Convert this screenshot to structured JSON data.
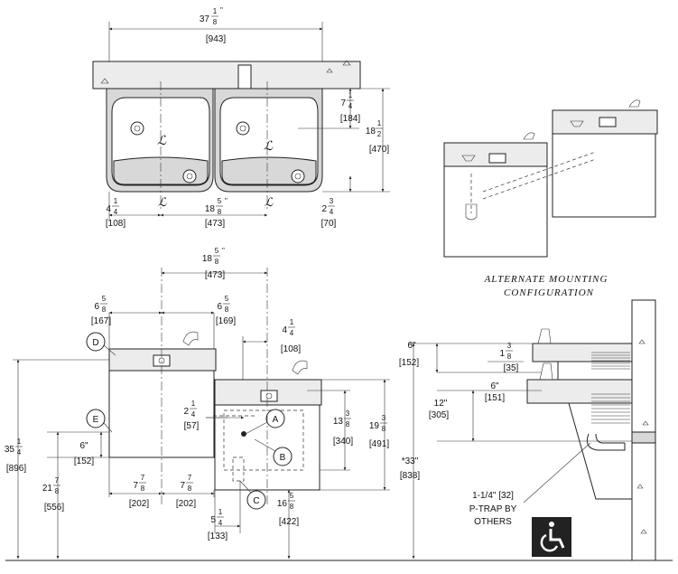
{
  "top_view": {
    "width": {
      "whole": "37",
      "frac_num": "1",
      "frac_den": "8",
      "mm": "[943]"
    },
    "side_depth": {
      "whole": "7",
      "frac_num": "1",
      "frac_den": "4",
      "mm": "[184]"
    },
    "depth": {
      "whole": "18",
      "frac_num": "1",
      "frac_den": "2",
      "mm": "[470]"
    },
    "left_offset": {
      "whole": "4",
      "frac_num": "1",
      "frac_den": "4",
      "mm": "[108]"
    },
    "center_spacing": {
      "whole": "18",
      "frac_num": "5",
      "frac_den": "8",
      "mm": "[473]"
    },
    "rear_offset": {
      "whole": "2",
      "frac_num": "3",
      "frac_den": "4",
      "mm": "[70]"
    }
  },
  "alternate": {
    "caption_line1": "ALTERNATE MOUNTING",
    "caption_line2": "CONFIGURATION"
  },
  "front_view": {
    "center_spacing": {
      "whole": "18",
      "frac_num": "5",
      "frac_den": "8",
      "mm": "[473]"
    },
    "left_half": {
      "whole": "6",
      "frac_num": "5",
      "frac_den": "8",
      "mm": "[167]"
    },
    "right_half": {
      "whole": "6",
      "frac_num": "5",
      "frac_den": "8",
      "mm": "[169]"
    },
    "bubbler_offset": {
      "whole": "4",
      "frac_num": "1",
      "frac_den": "4",
      "mm": "[108]"
    },
    "supply_offset": {
      "whole": "2",
      "frac_num": "1",
      "frac_den": "4",
      "mm": "[57]"
    },
    "box_height": {
      "whole": "13",
      "frac_num": "3",
      "frac_den": "8",
      "mm": "[340]"
    },
    "unit_height": {
      "whole": "19",
      "frac_num": "3",
      "frac_den": "8",
      "mm": "[491]"
    },
    "overall_height": {
      "whole": "35",
      "frac_num": "1",
      "frac_den": "4",
      "mm": "[896]"
    },
    "low_height": {
      "whole": "21",
      "frac_num": "7",
      "frac_den": "8",
      "mm": "[556]"
    },
    "six_inch": {
      "label": "6\"",
      "mm": "[152]"
    },
    "left_half_bottom": {
      "whole": "7",
      "frac_num": "7",
      "frac_den": "8",
      "mm": "[202]"
    },
    "right_half_bottom": {
      "whole": "7",
      "frac_num": "7",
      "frac_den": "8",
      "mm": "[202]"
    },
    "bottom_offset": {
      "whole": "5",
      "frac_num": "1",
      "frac_den": "4",
      "mm": "[133]"
    },
    "bottom_width": {
      "whole": "16",
      "frac_num": "5",
      "frac_den": "8",
      "mm": "[422]"
    },
    "callouts": [
      "A",
      "B",
      "C",
      "D",
      "E"
    ]
  },
  "side_view": {
    "top_six": {
      "label": "6\"",
      "mm": "[152]"
    },
    "bubbler": {
      "whole": "1",
      "frac_num": "3",
      "frac_den": "8",
      "mm": "[35]"
    },
    "mid_six": {
      "label": "6\"",
      "mm": "[151]"
    },
    "twelve": {
      "label": "12\"",
      "mm": "[305]"
    },
    "thirty_three": {
      "label": "*33\"",
      "mm": "[838]"
    },
    "ptrap_line1": "1-1/4\" [32]",
    "ptrap_line2": "P-TRAP BY",
    "ptrap_line3": "OTHERS",
    "accessible_icon": "wheelchair-accessibility-icon"
  }
}
